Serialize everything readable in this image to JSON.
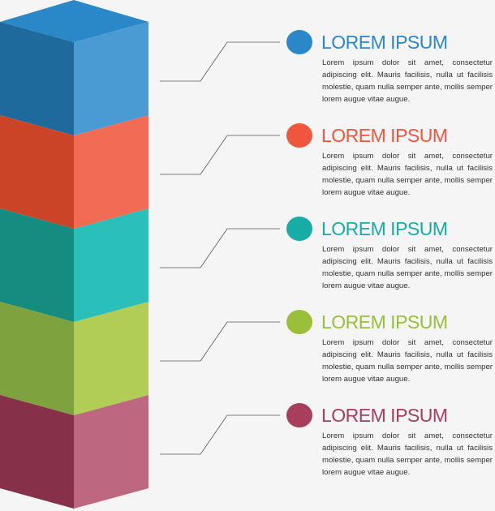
{
  "items": [
    {
      "title": "LOREM IPSUM",
      "text": "Lorem ipsum dolor sit amet, consectetur adipiscing elit. Mauris facilisis, nulla ut facilisis molestie, quam nulla semper ante, mollis semper lorem augue vitae augue.",
      "color": "#2a87c8",
      "left": "#1f6a9c",
      "right": "#4a9bd3",
      "top": "#2a87c8"
    },
    {
      "title": "LOREM IPSUM",
      "text": "Lorem ipsum dolor sit amet, consectetur adipiscing elit. Mauris facilisis, nulla ut facilisis molestie, quam nulla semper ante, mollis semper lorem augue vitae augue.",
      "color": "#f0553d",
      "left": "#cc4428",
      "right": "#f26c55"
    },
    {
      "title": "LOREM IPSUM",
      "text": "Lorem ipsum dolor sit amet, consectetur adipiscing elit. Mauris facilisis, nulla ut facilisis molestie, quam nulla semper ante, mollis semper lorem augue vitae augue.",
      "color": "#17ada6",
      "left": "#158c80",
      "right": "#2abfb8"
    },
    {
      "title": "LOREM IPSUM",
      "text": "Lorem ipsum dolor sit amet, consectetur adipiscing elit. Mauris facilisis, nulla ut facilisis molestie, quam nulla semper ante, mollis semper lorem augue vitae augue.",
      "color": "#9abf3a",
      "left": "#7ea23e",
      "right": "#b0cd55"
    },
    {
      "title": "LOREM IPSUM",
      "text": "Lorem ipsum dolor sit amet, consectetur adipiscing elit. Mauris facilisis, nulla ut facilisis molestie, quam nulla semper ante, mollis semper lorem augue vitae augue.",
      "color": "#a83d5e",
      "left": "#86304a",
      "right": "#bd6780"
    }
  ]
}
